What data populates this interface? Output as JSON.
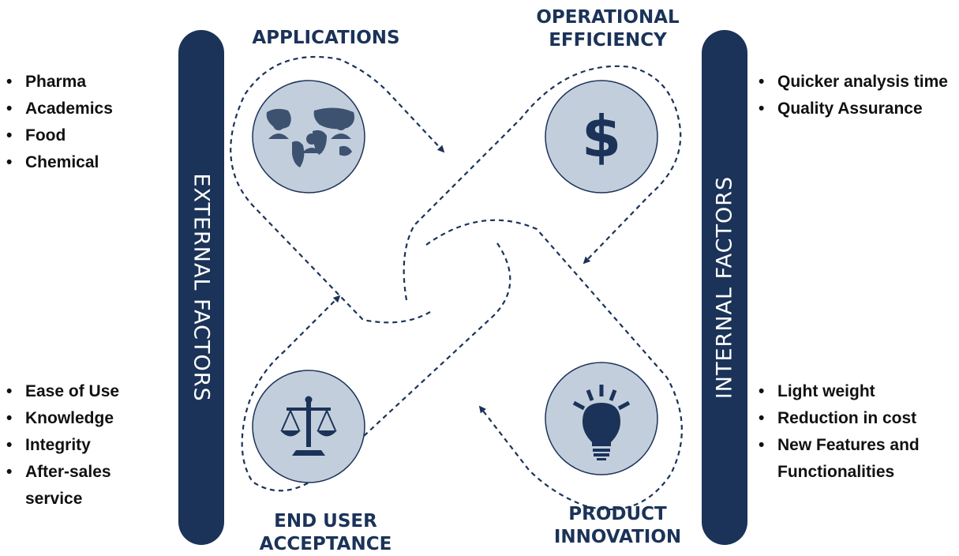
{
  "factors": {
    "external_label": "EXTERNAL FACTORS",
    "internal_label": "INTERNAL FACTORS"
  },
  "quadrants": {
    "applications": {
      "title": "APPLICATIONS",
      "icon": "world-map-people-icon"
    },
    "operational_efficiency": {
      "title": "OPERATIONAL\nEFFICIENCY",
      "icon": "dollar-icon"
    },
    "end_user_acceptance": {
      "title": "END USER\nACCEPTANCE",
      "icon": "scales-icon"
    },
    "product_innovation": {
      "title": "PRODUCT\nINNOVATION",
      "icon": "lightbulb-icon"
    }
  },
  "lists": {
    "top_left": [
      "Pharma",
      "Academics",
      "Food",
      "Chemical"
    ],
    "bottom_left": [
      "Ease of Use",
      "Knowledge",
      "Integrity",
      "After-sales service"
    ],
    "top_right": [
      "Quicker analysis time",
      "Quality Assurance"
    ],
    "bottom_right": [
      "Light weight",
      "Reduction in cost",
      "New Features and Functionalities"
    ]
  },
  "colors": {
    "navy": "#1b3358",
    "circle_fill": "#c3cedd",
    "icon_color": "#3c5270",
    "text": "#111111",
    "background": "#ffffff"
  }
}
